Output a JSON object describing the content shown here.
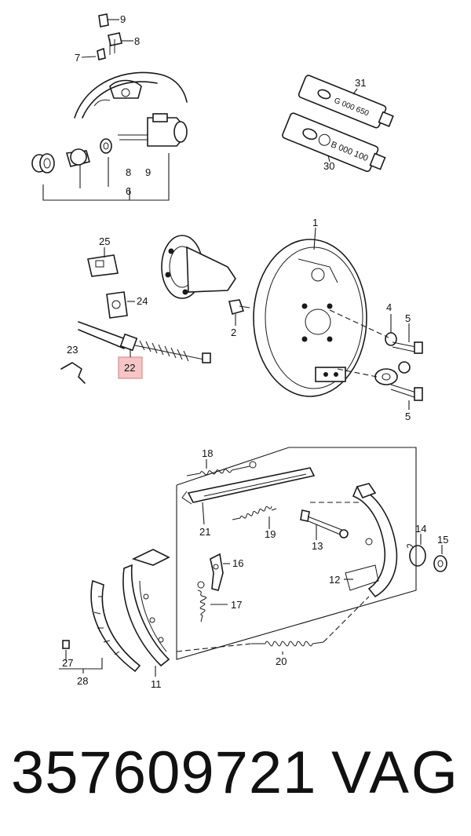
{
  "callouts": {
    "c1": "1",
    "c2": "2",
    "c4": "4",
    "c5a": "5",
    "c5b": "5",
    "c6": "6",
    "c7": "7",
    "c8a": "8",
    "c8b": "8",
    "c9a": "9",
    "c9b": "9",
    "c11": "11",
    "c12": "12",
    "c13": "13",
    "c14": "14",
    "c15": "15",
    "c16": "16",
    "c17": "17",
    "c18": "18",
    "c19": "19",
    "c20": "20",
    "c21": "21",
    "c22": "22",
    "c23": "23",
    "c24": "24",
    "c25": "25",
    "c27": "27",
    "c28": "28",
    "c30": "30",
    "c31": "31"
  },
  "tubes": {
    "tube_30_text": "B 000 100",
    "tube_31_text": "G 000 650"
  },
  "footer": {
    "part_number": "357609721",
    "brand": "VAG"
  },
  "colors": {
    "highlight": "#f5c6c6",
    "line": "#1a1a1a"
  }
}
